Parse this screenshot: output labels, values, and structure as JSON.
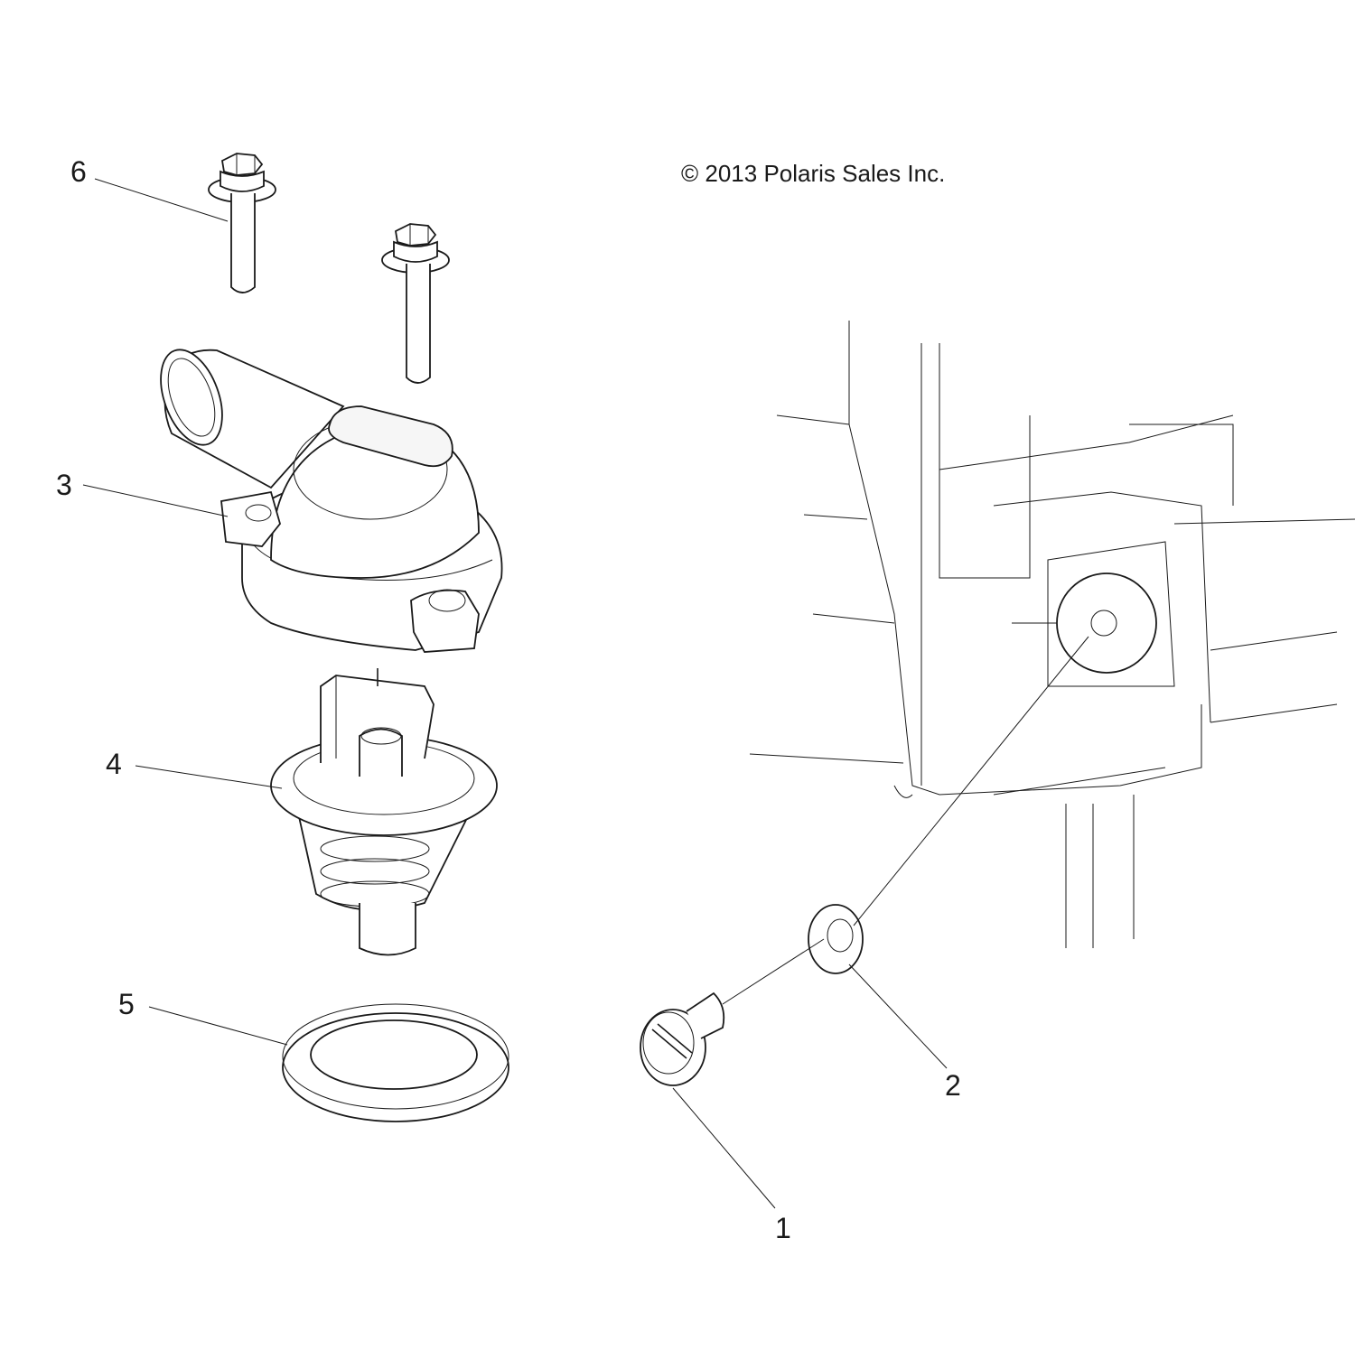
{
  "copyright": "© 2013 Polaris Sales Inc.",
  "callouts": [
    {
      "id": "1",
      "label": "1"
    },
    {
      "id": "2",
      "label": "2"
    },
    {
      "id": "3",
      "label": "3"
    },
    {
      "id": "4",
      "label": "4"
    },
    {
      "id": "5",
      "label": "5"
    },
    {
      "id": "6",
      "label": "6"
    }
  ],
  "colors": {
    "line": "#1a1a1a",
    "background": "#ffffff"
  }
}
